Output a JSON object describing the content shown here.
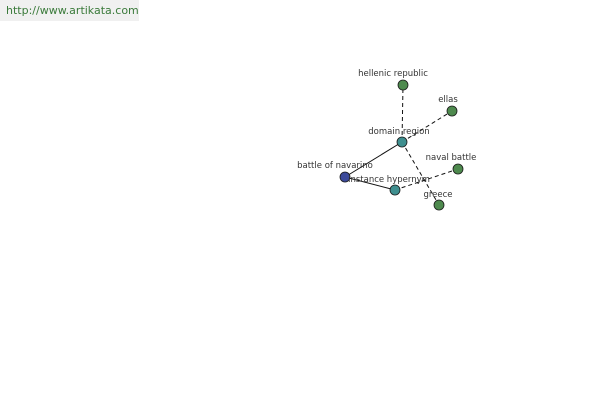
{
  "site": {
    "url": "http://www.artikata.com"
  },
  "graph": {
    "nodes": [
      {
        "id": "hellenic-republic",
        "label": "hellenic republic",
        "color": "#4e8a4e"
      },
      {
        "id": "ellas",
        "label": "ellas",
        "color": "#4e8a4e"
      },
      {
        "id": "domain-region",
        "label": "domain region",
        "color": "#3f8f8f"
      },
      {
        "id": "battle-of-navarino",
        "label": "battle of navarino",
        "color": "#3c4a9a"
      },
      {
        "id": "instance-hypernym",
        "label": "instance hypernym",
        "color": "#3f8f8f"
      },
      {
        "id": "naval-battle",
        "label": "naval battle",
        "color": "#4e8a4e"
      },
      {
        "id": "greece",
        "label": "greece",
        "color": "#4e8a4e"
      }
    ],
    "edges": [
      {
        "from": "battle-of-navarino",
        "to": "domain-region",
        "style": "solid"
      },
      {
        "from": "battle-of-navarino",
        "to": "instance-hypernym",
        "style": "solid"
      },
      {
        "from": "domain-region",
        "to": "hellenic-republic",
        "style": "dashed"
      },
      {
        "from": "domain-region",
        "to": "ellas",
        "style": "dashed"
      },
      {
        "from": "domain-region",
        "to": "greece",
        "style": "dashed"
      },
      {
        "from": "instance-hypernym",
        "to": "naval-battle",
        "style": "dashed"
      }
    ]
  }
}
